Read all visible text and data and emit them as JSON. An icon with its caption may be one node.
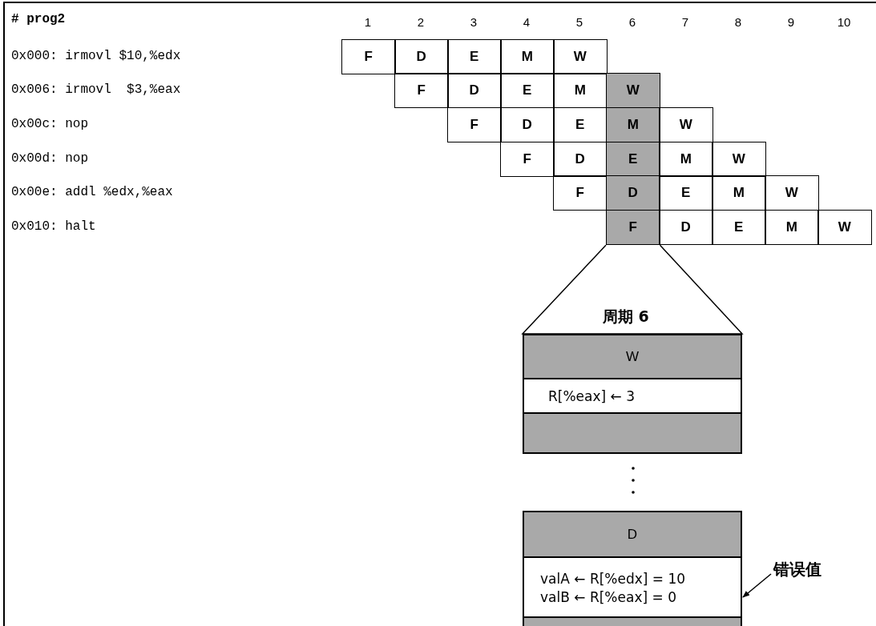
{
  "diagram": {
    "nodes": [
      {
        "text": [
          "F"
        ]
      },
      {
        "text": [
          "D"
        ]
      },
      {
        "text": [
          "E"
        ]
      },
      {
        "text": [
          "M"
        ]
      },
      {
        "text": [
          "W"
        ]
      },
      {
        "text": [
          "F"
        ]
      },
      {
        "text": [
          "D"
        ]
      },
      {
        "text": [
          "E"
        ]
      },
      {
        "text": [
          "M"
        ]
      },
      {
        "text": [
          "W"
        ]
      },
      {
        "text": [
          "F"
        ]
      },
      {
        "text": [
          "D"
        ]
      },
      {
        "text": [
          "E"
        ]
      },
      {
        "text": [
          "M"
        ]
      },
      {
        "text": [
          "W"
        ]
      },
      {
        "text": [
          "F"
        ]
      },
      {
        "text": [
          "D"
        ]
      },
      {
        "text": [
          "E"
        ]
      },
      {
        "text": [
          "M"
        ]
      },
      {
        "text": [
          "W"
        ]
      },
      {
        "text": [
          "F"
        ]
      },
      {
        "text": [
          "D"
        ]
      },
      {
        "text": [
          "E"
        ]
      },
      {
        "text": [
          "M"
        ]
      },
      {
        "text": [
          "W"
        ]
      },
      {
        "text": [
          "F"
        ]
      },
      {
        "text": [
          "D"
        ]
      },
      {
        "text": [
          "E"
        ]
      },
      {
        "text": [
          "M"
        ]
      },
      {
        "text": [
          "W"
        ]
      },
      {
        "text": [
          "W",
          "R[%eax] ← 3"
        ],
        "beside": [
          "周期 6"
        ]
      },
      {
        "text": [
          "D",
          "valA ← R[%edx] = 10",
          "valB ← R[%eax] = 0"
        ]
      },
      {
        "text": [
          "错误值"
        ]
      }
    ],
    "edges": [
      {
        "from": 25,
        "to": 30,
        "arrow": "none"
      },
      {
        "from": 32,
        "to": 31,
        "arrow": "to"
      }
    ],
    "labels": [
      "# prog2",
      "0x000: irmovl $10,%edx",
      "0x006: irmovl  $3,%eax",
      "0x00c: nop",
      "0x00d: nop",
      "0x00e: addl %edx,%eax",
      "0x010: halt",
      "1",
      "2",
      "3",
      "4",
      "5",
      "6",
      "7",
      "8",
      "9",
      "10"
    ]
  }
}
